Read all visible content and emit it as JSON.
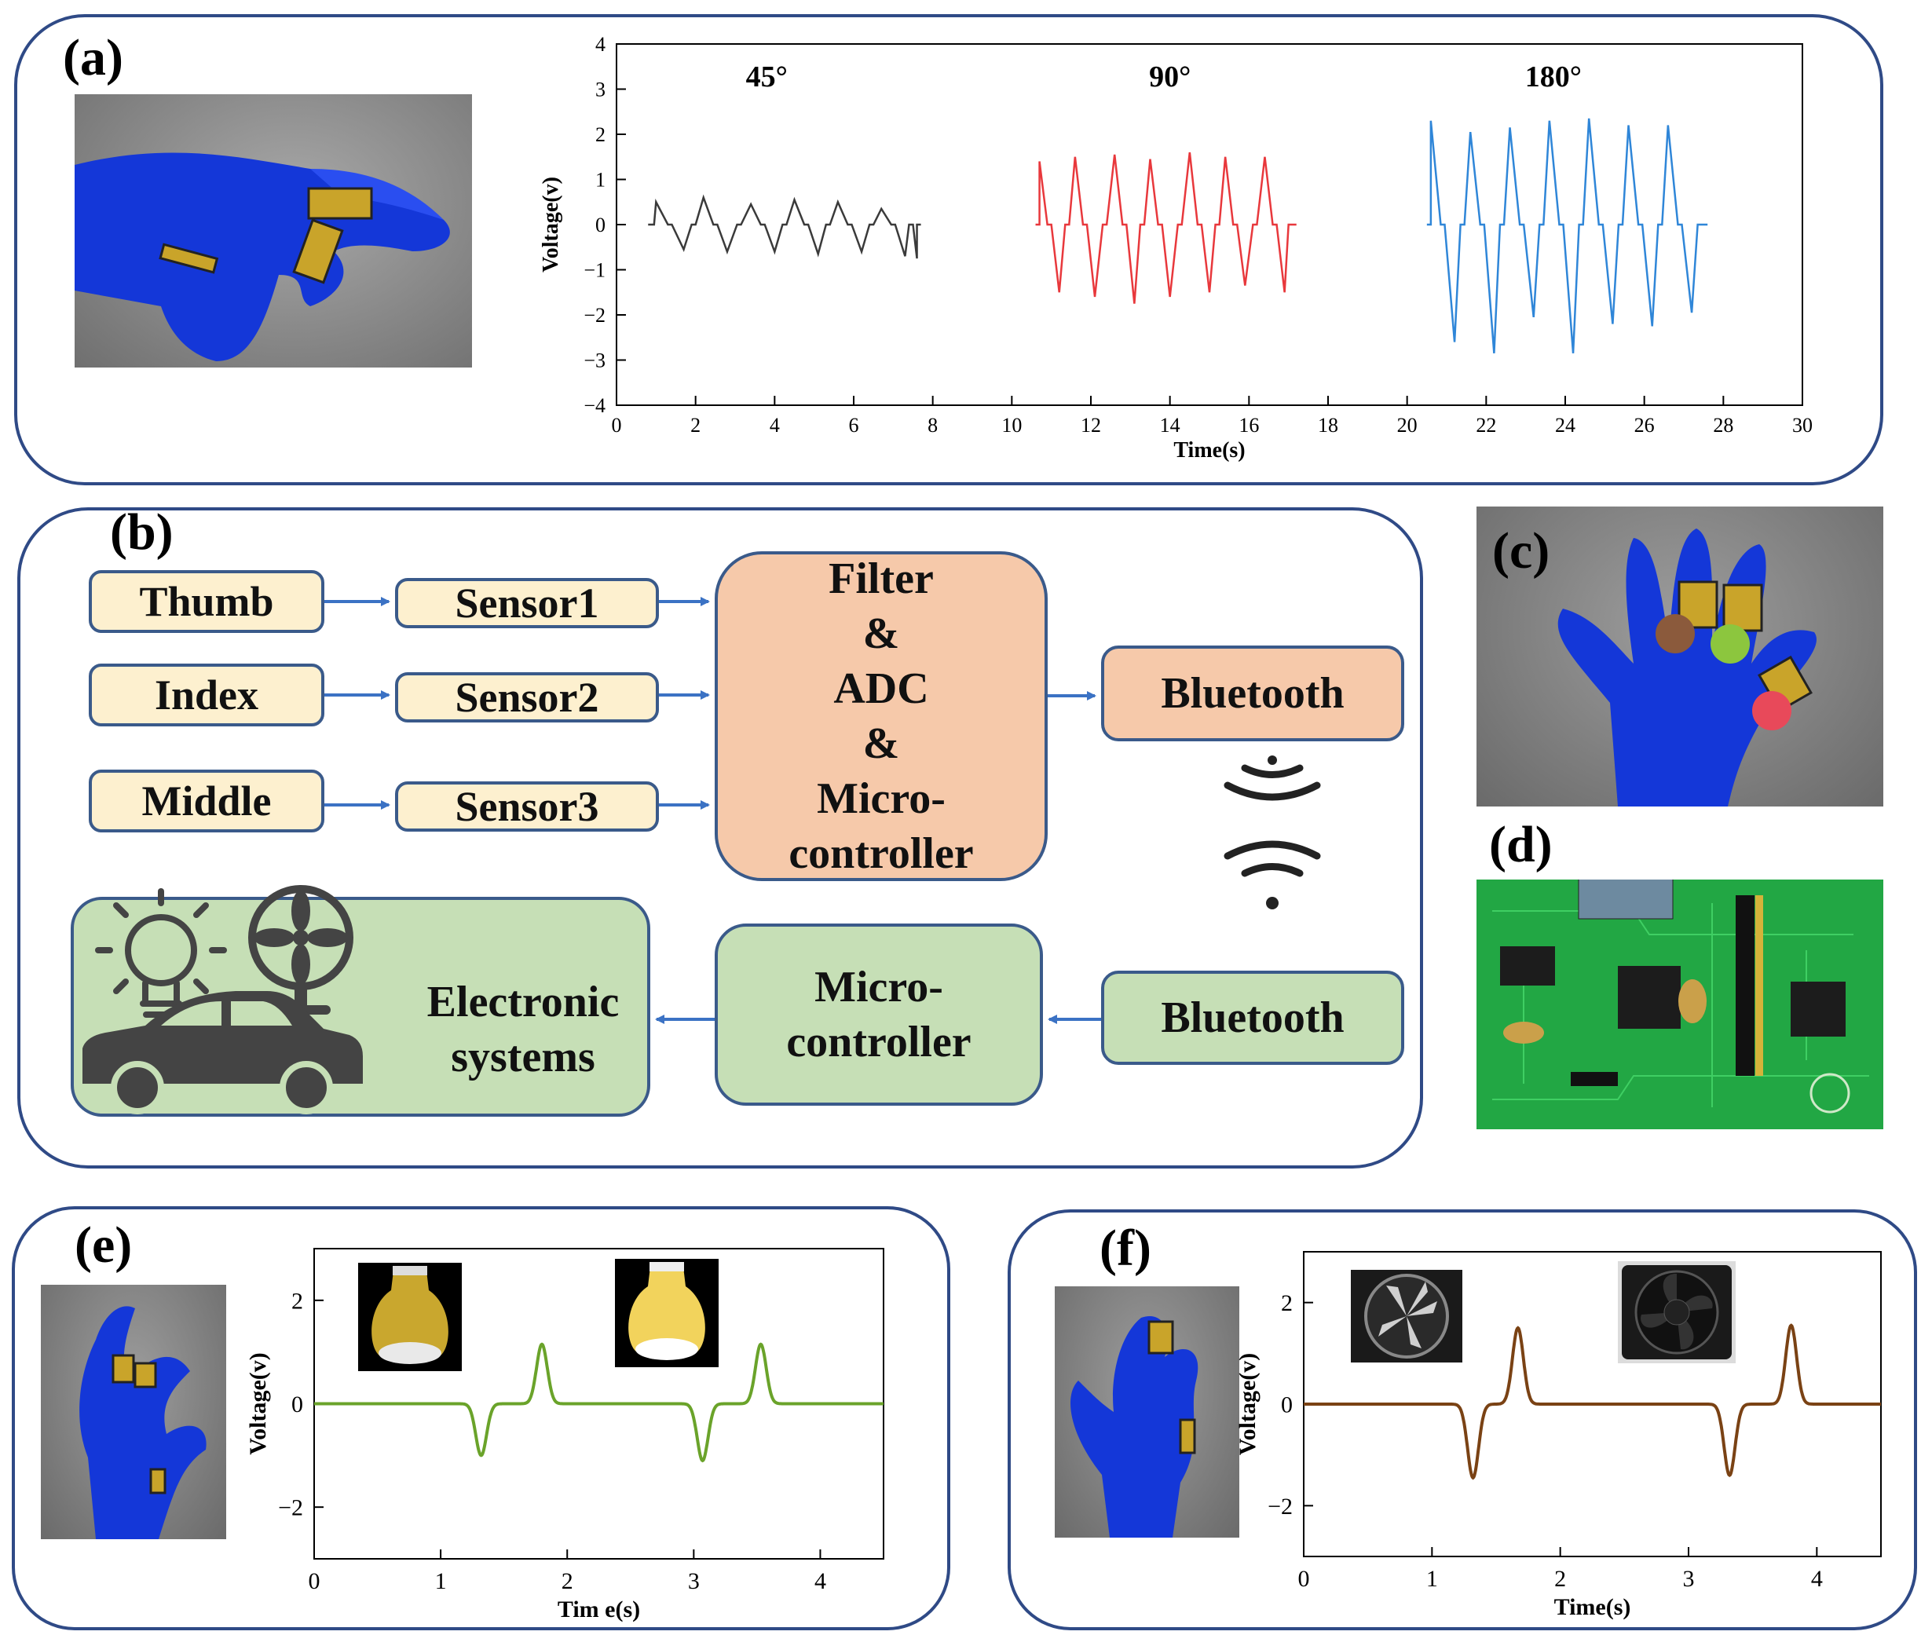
{
  "panels": {
    "a": {
      "label": "(a)"
    },
    "b": {
      "label": "(b)"
    },
    "c": {
      "label": "(c)"
    },
    "d": {
      "label": "(d)"
    },
    "e": {
      "label": "(e)"
    },
    "f": {
      "label": "(f)"
    }
  },
  "flow": {
    "fingers": [
      "Thumb",
      "Index",
      "Middle"
    ],
    "sensors": [
      "Sensor1",
      "Sensor2",
      "Sensor3"
    ],
    "processor": [
      "Filter",
      "&",
      "ADC",
      "&",
      "Micro-",
      "controller"
    ],
    "bluetooth_tx": "Bluetooth",
    "bluetooth_rx": "Bluetooth",
    "microcontroller": [
      "Micro-",
      "controller"
    ],
    "electronic": [
      "Electronic",
      "systems"
    ],
    "icons": [
      "lightbulb-icon",
      "fan-icon",
      "car-icon",
      "wireless-signal-icon"
    ]
  },
  "colors": {
    "line_45": "#3a3a3a",
    "line_90": "#e8383c",
    "line_180": "#2f86d8",
    "line_e": "#6aa32a",
    "line_f": "#7a4214",
    "panel_border": "#2f4a86",
    "glove_blue": "#1437d8",
    "dot_brown": "#8b5a3c",
    "dot_green": "#8cc63e",
    "dot_red": "#e8495a"
  },
  "chart_data": [
    {
      "id": "a",
      "type": "line",
      "xlabel": "Time(s)",
      "ylabel": "Voltage(v)",
      "xlim": [
        0,
        30
      ],
      "ylim": [
        -4,
        4
      ],
      "xticks": [
        0,
        2,
        4,
        6,
        8,
        10,
        12,
        14,
        16,
        18,
        20,
        22,
        24,
        26,
        28,
        30
      ],
      "yticks": [
        4,
        3,
        2,
        1,
        0,
        -1,
        -2,
        -3,
        -4
      ],
      "series": [
        {
          "name": "45°",
          "start": 0.8,
          "end": 7.7,
          "peaks_x": [
            1.0,
            2.2,
            3.4,
            4.5,
            5.6,
            6.7
          ],
          "peaks_y": [
            0.5,
            0.6,
            0.45,
            0.55,
            0.5,
            0.35
          ],
          "troughs_x": [
            1.7,
            2.8,
            4.0,
            5.1,
            6.2,
            7.3,
            7.6
          ],
          "troughs_y": [
            -0.55,
            -0.6,
            -0.6,
            -0.65,
            -0.6,
            -0.7,
            -0.75
          ]
        },
        {
          "name": "90°",
          "start": 10.6,
          "end": 17.2,
          "peaks_x": [
            10.7,
            11.6,
            12.6,
            13.5,
            14.5,
            15.4,
            16.4
          ],
          "peaks_y": [
            1.4,
            1.5,
            1.55,
            1.45,
            1.6,
            1.5,
            1.5
          ],
          "troughs_x": [
            11.2,
            12.1,
            13.1,
            14.0,
            15.0,
            15.9,
            16.9
          ],
          "troughs_y": [
            -1.5,
            -1.6,
            -1.75,
            -1.6,
            -1.5,
            -1.35,
            -1.5
          ]
        },
        {
          "name": "180°",
          "start": 20.5,
          "end": 27.6,
          "peaks_x": [
            20.6,
            21.6,
            22.6,
            23.6,
            24.6,
            25.6,
            26.6
          ],
          "peaks_y": [
            2.3,
            2.05,
            2.15,
            2.3,
            2.35,
            2.2,
            2.2
          ],
          "troughs_x": [
            21.2,
            22.2,
            23.2,
            24.2,
            25.2,
            26.2,
            27.2
          ],
          "troughs_y": [
            -2.6,
            -2.85,
            -2.05,
            -2.85,
            -2.2,
            -2.25,
            -1.95
          ]
        }
      ]
    },
    {
      "id": "e",
      "type": "line",
      "xlabel": "Tim e(s)",
      "ylabel": "Voltage(v)",
      "xlim": [
        0,
        4.5
      ],
      "ylim": [
        -3,
        3
      ],
      "xticks": [
        0,
        1,
        2,
        3,
        4
      ],
      "yticks": [
        2,
        0,
        -2
      ],
      "events": [
        {
          "trough_x": 1.32,
          "trough_y": -1.0,
          "peak_x": 1.8,
          "peak_y": 1.15
        },
        {
          "trough_x": 3.07,
          "trough_y": -1.1,
          "peak_x": 3.53,
          "peak_y": 1.15
        }
      ]
    },
    {
      "id": "f",
      "type": "line",
      "xlabel": "Time(s)",
      "ylabel": "Voltage(v)",
      "xlim": [
        0,
        4.5
      ],
      "ylim": [
        -3,
        3
      ],
      "xticks": [
        0,
        1,
        2,
        3,
        4
      ],
      "yticks": [
        2,
        0,
        -2
      ],
      "events": [
        {
          "trough_x": 1.32,
          "trough_y": -1.45,
          "peak_x": 1.67,
          "peak_y": 1.5
        },
        {
          "trough_x": 3.32,
          "trough_y": -1.4,
          "peak_x": 3.8,
          "peak_y": 1.55
        }
      ]
    }
  ]
}
